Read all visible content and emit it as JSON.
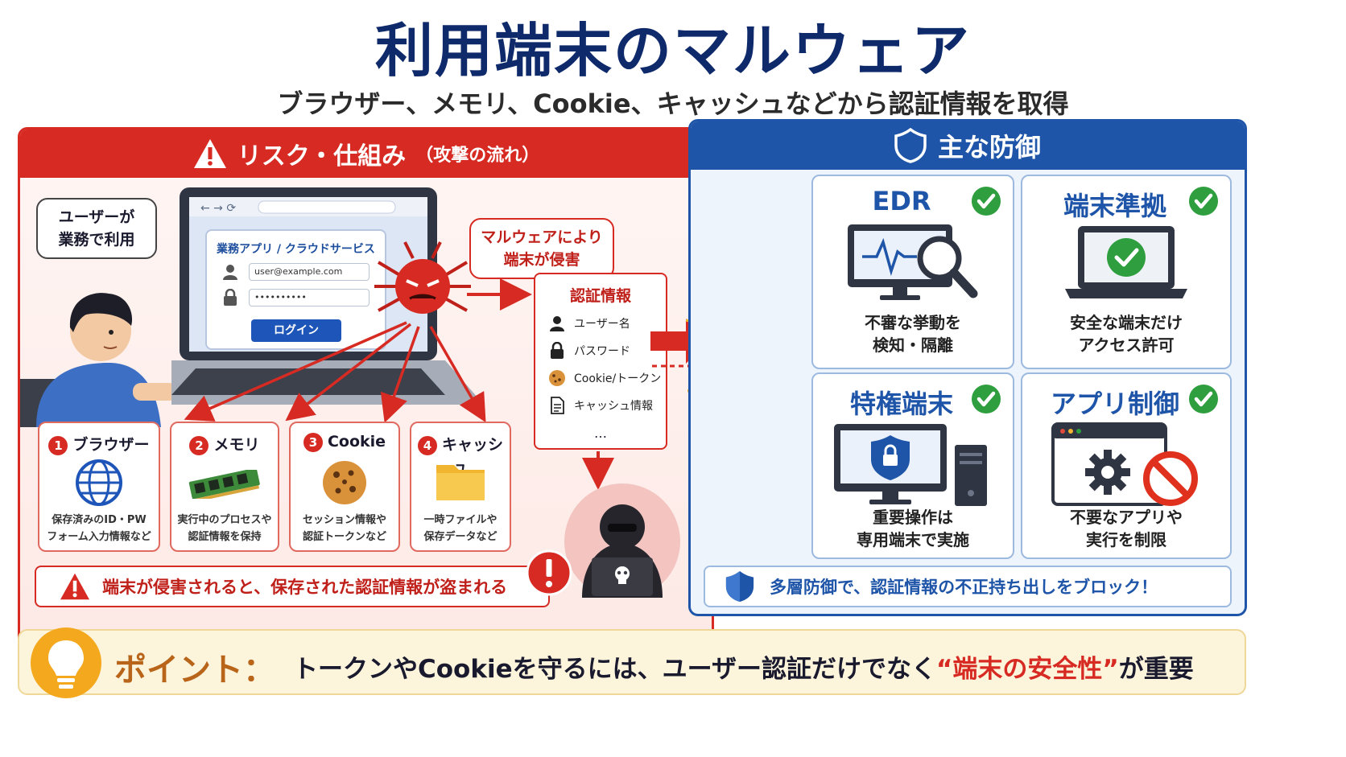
{
  "header": {
    "title": "利用端末のマルウェア",
    "subtitle": "ブラウザー、メモリ、Cookie、キャッシュなどから認証情報を取得"
  },
  "risk": {
    "title": "リスク・仕組み",
    "title_sub": "（攻撃の流れ）",
    "user_bubble": [
      "ユーザーが",
      "業務で利用"
    ],
    "malware_bubble": [
      "マルウェアにより",
      "端末が侵害"
    ],
    "app": {
      "title": "業務アプリ / クラウドサービス",
      "email_value": "user@example.com",
      "password_value": "••••••••••",
      "login_label": "ログイン"
    },
    "auth_info": {
      "title": "認証情報",
      "items": [
        "ユーザー名",
        "パスワード",
        "Cookie/トークン",
        "キャッシュ情報"
      ],
      "more": "…"
    },
    "sources": [
      {
        "num": "1",
        "label": "ブラウザー",
        "desc": [
          "保存済みのID・PW",
          "フォーム入力情報など"
        ],
        "icon": "globe-icon"
      },
      {
        "num": "2",
        "label": "メモリ",
        "desc": [
          "実行中のプロセスや",
          "認証情報を保持"
        ],
        "icon": "memory-icon"
      },
      {
        "num": "3",
        "label": "Cookie",
        "desc": [
          "セッション情報や",
          "認証トークンなど"
        ],
        "icon": "cookie-icon"
      },
      {
        "num": "4",
        "label": "キャッシュ",
        "desc": [
          "一時ファイルや",
          "保存データなど"
        ],
        "icon": "folder-icon"
      }
    ],
    "warning": "端末が侵害されると、保存された認証情報が盗まれる"
  },
  "defense": {
    "title": "主な防御",
    "cards": [
      {
        "title": "EDR",
        "desc": [
          "不審な挙動を",
          "検知・隔離"
        ],
        "icon": "monitor-magnifier-icon"
      },
      {
        "title": "端末準拠",
        "desc": [
          "安全な端末だけ",
          "アクセス許可"
        ],
        "icon": "laptop-check-icon"
      },
      {
        "title": "特権端末",
        "desc": [
          "重要操作は",
          "専用端末で実施"
        ],
        "icon": "secure-workstation-icon"
      },
      {
        "title": "アプリ制御",
        "desc": [
          "不要なアプリや",
          "実行を制限"
        ],
        "icon": "app-block-icon"
      }
    ],
    "banner": "多層防御で、認証情報の不正持ち出しをブロック！"
  },
  "point": {
    "label": "ポイント：",
    "text_before": "トークンやCookieを守るには、ユーザー認証だけでなく",
    "emphasis": "“端末の安全性”",
    "text_after": "が重要"
  },
  "colors": {
    "risk": "#d62a22",
    "defense": "#1e55a8",
    "title": "#0e2a6b",
    "point": "#b8651a"
  }
}
